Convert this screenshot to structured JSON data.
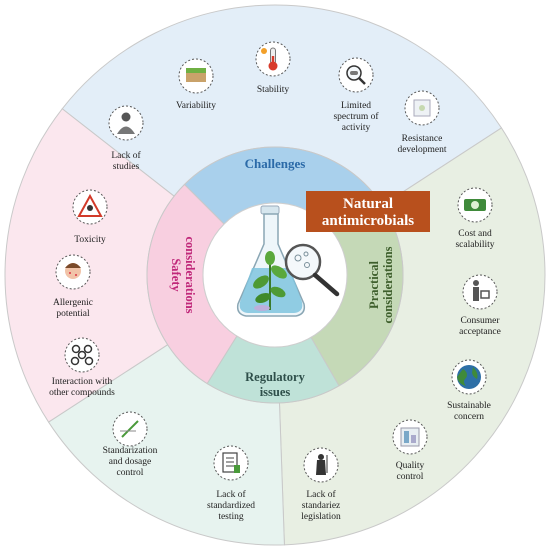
{
  "title": {
    "line1": "Natural",
    "line2": "antimicrobials"
  },
  "colors": {
    "challenges_outer": "#e3eef8",
    "challenges_inner": "#a9d0ec",
    "practical_outer": "#e8efe3",
    "practical_inner": "#c5d9b7",
    "regulatory_outer": "#e7f3ef",
    "regulatory_inner": "#bfe2d8",
    "safety_outer": "#fbe7ee",
    "safety_inner": "#f8cfe0",
    "title_bg": "#b8501d",
    "challenges_text": "#2b6aa8",
    "practical_text": "#3e5f2c",
    "regulatory_text": "#2e4f4a",
    "safety_text": "#c0287a"
  },
  "sections": {
    "challenges": {
      "label": "Challenges",
      "items": [
        {
          "label": "Variability",
          "icon": "soil-icon"
        },
        {
          "label": "Stability",
          "icon": "thermometer-icon"
        },
        {
          "label": "Limited\nspectrum of\nactivity",
          "icon": "capsule-magnifier-icon"
        },
        {
          "label": "Resistance\ndevelopment",
          "icon": "bacteria-cell-icon"
        }
      ]
    },
    "practical": {
      "label1": "Practical",
      "label2": "considerations",
      "items": [
        {
          "label": "Cost and\nscalability",
          "icon": "money-icon"
        },
        {
          "label": "Consumer\nacceptance",
          "icon": "shopper-icon"
        },
        {
          "label": "Sustainable\nconcern",
          "icon": "globe-icon"
        },
        {
          "label": "Quality\ncontrol",
          "icon": "lab-equipment-icon"
        }
      ]
    },
    "regulatory": {
      "label1": "Regulatory",
      "label2": "issues",
      "items": [
        {
          "label": "Lack of\nstandardized\ntesting",
          "icon": "checklist-icon"
        },
        {
          "label": "Lack of\nstandariez\nlegislation",
          "icon": "justice-icon"
        }
      ]
    },
    "safety": {
      "label1": "Safety",
      "label2": "considerations",
      "items": [
        {
          "label": "Lack of\nstudies",
          "icon": "scientist-icon"
        },
        {
          "label": "Toxicity",
          "icon": "toxic-sign-icon"
        },
        {
          "label": "Allergenic\npotential",
          "icon": "allergic-face-icon"
        },
        {
          "label": "Interaction with\nother compounds",
          "icon": "molecules-icon"
        },
        {
          "label": "Standarization\nand dosage\ncontrol",
          "icon": "pipette-icon"
        }
      ]
    }
  }
}
